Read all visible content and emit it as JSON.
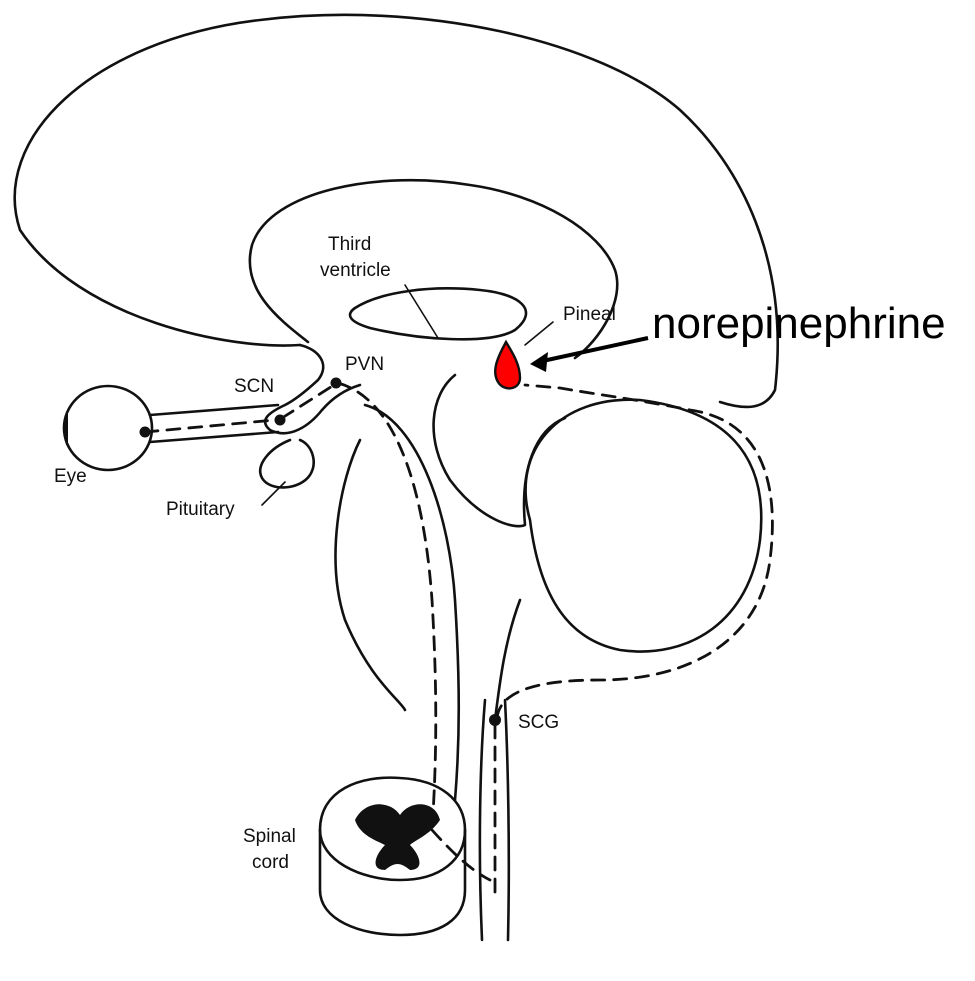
{
  "labels": {
    "third_ventricle_line1": "Third",
    "third_ventricle_line2": "ventricle",
    "pineal": "Pineal",
    "norepinephrine": "norepinephrine",
    "pvn": "PVN",
    "scn": "SCN",
    "eye": "Eye",
    "pituitary": "Pituitary",
    "scg": "SCG",
    "spinal_cord_line1": "Spinal",
    "spinal_cord_line2": "cord"
  },
  "colors": {
    "pineal_highlight": "#ff0000",
    "ink": "#111111"
  }
}
